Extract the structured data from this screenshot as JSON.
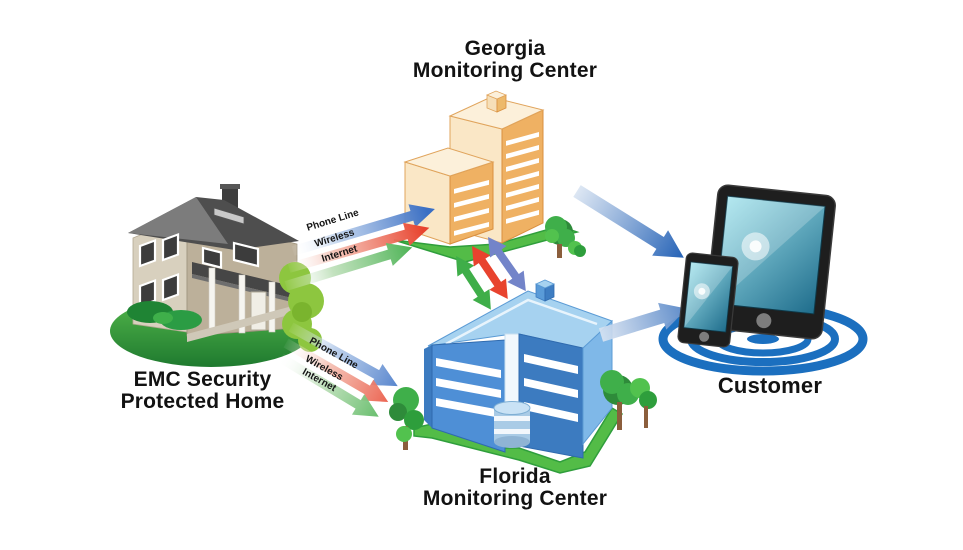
{
  "labels": {
    "georgia_line1": "Georgia",
    "georgia_line2": "Monitoring Center",
    "home_line1": "EMC Security",
    "home_line2": "Protected Home",
    "florida_line1": "Florida",
    "florida_line2": "Monitoring Center",
    "customer": "Customer"
  },
  "link_labels": {
    "phone_line": "Phone Line",
    "wireless": "Wireless",
    "internet": "Internet"
  },
  "colors": {
    "phone_line_arrow": "#3A6FC4",
    "wireless_arrow": "#E8432E",
    "internet_arrow": "#3FAE49",
    "customer_arrow": "#2A66B8",
    "signal_waves": "#1B6FBF",
    "georgia_building_face": "#EFB163",
    "georgia_building_light": "#FAE7C6",
    "florida_building_face": "#4E8FD6",
    "florida_building_side": "#7FB8E8",
    "ground_green": "#53BC47",
    "text": "#121212"
  }
}
